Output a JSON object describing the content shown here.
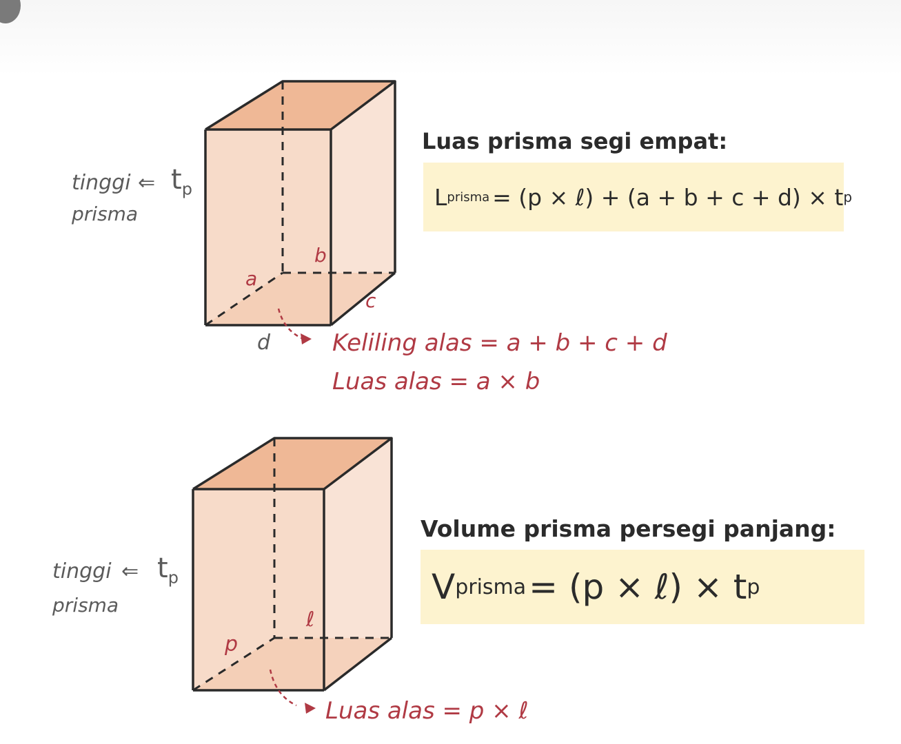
{
  "figure1": {
    "height_symbol": "t",
    "height_subscript": "p",
    "height_label_line1": "tinggi",
    "height_label_line2": "prisma",
    "arrow": "⇐",
    "edge_labels": {
      "a": "a",
      "b": "b",
      "c": "c",
      "d": "d"
    },
    "perimeter_note": "Keliling alas = a + b + c + d",
    "area_note": "Luas alas = a × b",
    "heading": "Luas prisma segi empat:",
    "formula": {
      "symbol": "L",
      "subscript": "prisma",
      "rhs": "= (p × ℓ) + (a + b + c + d) × t",
      "rhs_subscript": "p"
    }
  },
  "figure2": {
    "height_symbol": "t",
    "height_subscript": "p",
    "height_label_line1": "tinggi",
    "height_label_line2": "prisma",
    "arrow": "⇐",
    "edge_labels": {
      "p": "p",
      "l": "ℓ"
    },
    "area_note": "Luas alas = p × ℓ",
    "heading": "Volume prisma persegi panjang:",
    "formula": {
      "symbol": "V",
      "subscript": "prisma",
      "rhs": " = (p × ℓ) × t",
      "rhs_subscript": "p"
    }
  },
  "colors": {
    "face_front": "#f7dbc9",
    "face_top": "#efb896",
    "face_side": "#f9e3d6",
    "edge": "#2a2a2a",
    "annotation_red": "#b03a44",
    "formula_bg": "#fdf3cf"
  }
}
